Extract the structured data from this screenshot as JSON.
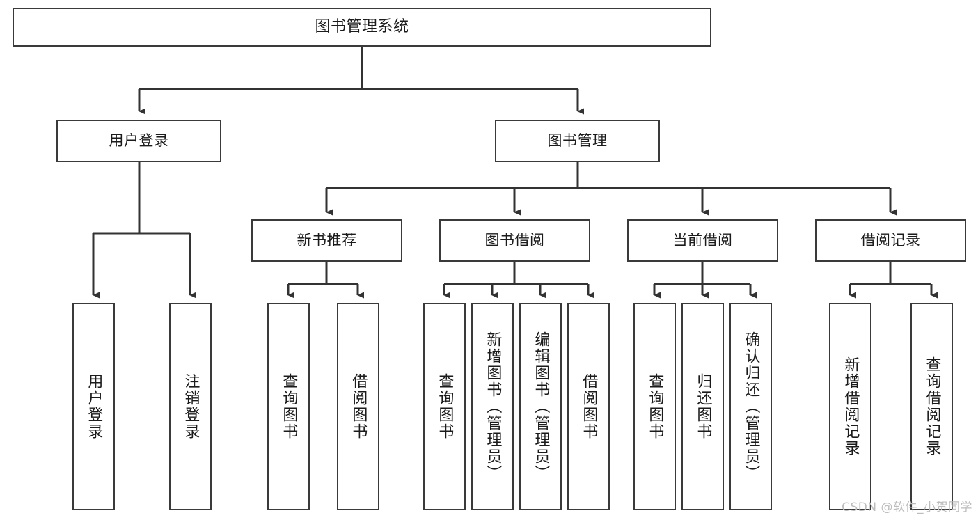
{
  "diagram": {
    "type": "tree-hierarchy",
    "title": "图书管理系统",
    "watermark": "CSDN @软件_小贺同学",
    "colors": {
      "box_border": "#3a3a3a",
      "box_fill": "#ffffff",
      "edge": "#333333",
      "text": "#1b1b1b",
      "watermark": "#bdbdbd",
      "background": "#ffffff"
    },
    "nodes": {
      "root": {
        "label": "图书管理系统",
        "level": 1,
        "orientation": "horizontal"
      },
      "user_login": {
        "label": "用户登录",
        "level": 2,
        "orientation": "horizontal"
      },
      "book_manage": {
        "label": "图书管理",
        "level": 2,
        "orientation": "horizontal"
      },
      "new_book_rec": {
        "label": "新书推荐",
        "level": 3,
        "orientation": "horizontal"
      },
      "book_borrow": {
        "label": "图书借阅",
        "level": 3,
        "orientation": "horizontal"
      },
      "current_borrow": {
        "label": "当前借阅",
        "level": 3,
        "orientation": "horizontal"
      },
      "borrow_record": {
        "label": "借阅记录",
        "level": 3,
        "orientation": "horizontal"
      },
      "leaf_user_login": {
        "label": "用户登录",
        "level": 3,
        "orientation": "vertical"
      },
      "leaf_logout": {
        "label": "注销登录",
        "level": 3,
        "orientation": "vertical"
      },
      "leaf_query_book_1": {
        "label": "查询图书",
        "level": 4,
        "orientation": "vertical"
      },
      "leaf_borrow_book_1": {
        "label": "借阅图书",
        "level": 4,
        "orientation": "vertical"
      },
      "leaf_query_book_2": {
        "label": "查询图书",
        "level": 4,
        "orientation": "vertical"
      },
      "leaf_add_book": {
        "label": "新增图书（管理员）",
        "level": 4,
        "orientation": "vertical"
      },
      "leaf_edit_book": {
        "label": "编辑图书（管理员）",
        "level": 4,
        "orientation": "vertical"
      },
      "leaf_borrow_book_2": {
        "label": "借阅图书",
        "level": 4,
        "orientation": "vertical"
      },
      "leaf_query_book_3": {
        "label": "查询图书",
        "level": 4,
        "orientation": "vertical"
      },
      "leaf_return_book": {
        "label": "归还图书",
        "level": 4,
        "orientation": "vertical"
      },
      "leaf_confirm_return": {
        "label": "确认归还（管理员）",
        "level": 4,
        "orientation": "vertical"
      },
      "leaf_add_record": {
        "label": "新增借阅记录",
        "level": 4,
        "orientation": "vertical"
      },
      "leaf_query_record": {
        "label": "查询借阅记录",
        "level": 4,
        "orientation": "vertical"
      }
    },
    "edges": [
      {
        "from": "root",
        "to": "user_login"
      },
      {
        "from": "root",
        "to": "book_manage"
      },
      {
        "from": "user_login",
        "to": "leaf_user_login"
      },
      {
        "from": "user_login",
        "to": "leaf_logout"
      },
      {
        "from": "book_manage",
        "to": "new_book_rec"
      },
      {
        "from": "book_manage",
        "to": "book_borrow"
      },
      {
        "from": "book_manage",
        "to": "current_borrow"
      },
      {
        "from": "book_manage",
        "to": "borrow_record"
      },
      {
        "from": "new_book_rec",
        "to": "leaf_query_book_1"
      },
      {
        "from": "new_book_rec",
        "to": "leaf_borrow_book_1"
      },
      {
        "from": "book_borrow",
        "to": "leaf_query_book_2"
      },
      {
        "from": "book_borrow",
        "to": "leaf_add_book"
      },
      {
        "from": "book_borrow",
        "to": "leaf_edit_book"
      },
      {
        "from": "book_borrow",
        "to": "leaf_borrow_book_2"
      },
      {
        "from": "current_borrow",
        "to": "leaf_query_book_3"
      },
      {
        "from": "current_borrow",
        "to": "leaf_return_book"
      },
      {
        "from": "current_borrow",
        "to": "leaf_confirm_return"
      },
      {
        "from": "borrow_record",
        "to": "leaf_add_record"
      },
      {
        "from": "borrow_record",
        "to": "leaf_query_record"
      }
    ]
  }
}
